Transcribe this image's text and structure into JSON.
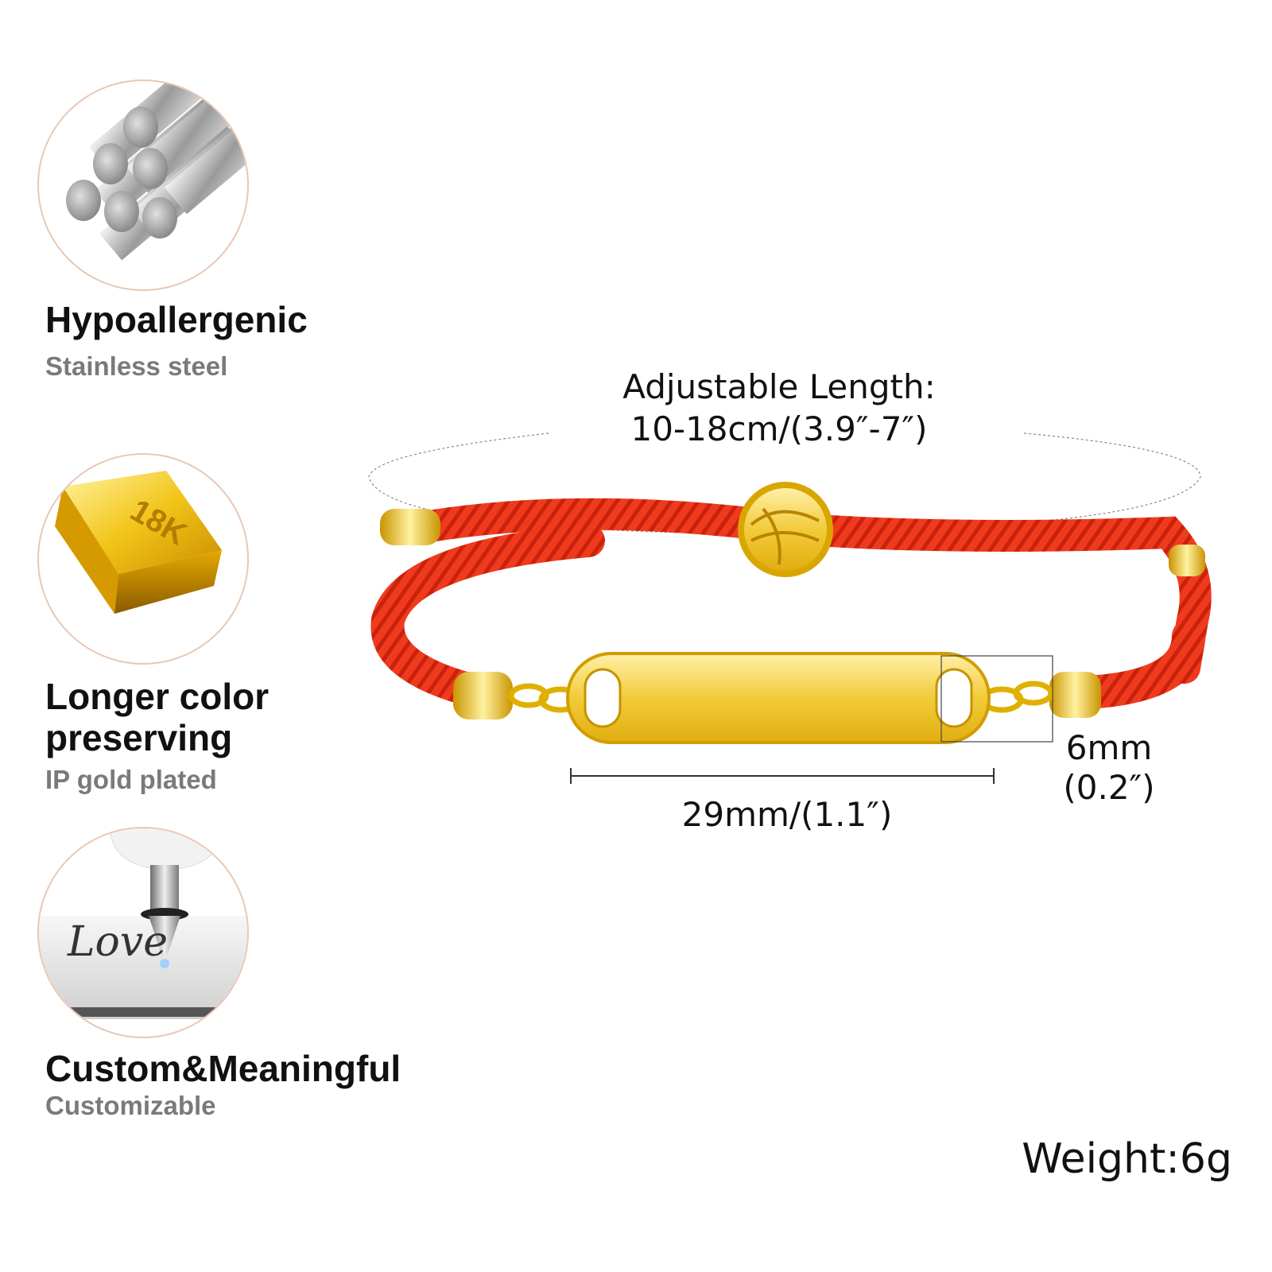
{
  "features": [
    {
      "title": "Hypoallergenic",
      "subtitle": "Stainless steel",
      "icon": "steel-rods-icon"
    },
    {
      "title_line1": "Longer color",
      "title_line2": "preserving",
      "subtitle": "IP gold plated",
      "icon": "gold-bar-icon",
      "bar_label": "18K"
    },
    {
      "title": "Custom&Meaningful",
      "subtitle": "Customizable",
      "icon": "engraving-tool-icon",
      "engraving": "Love"
    }
  ],
  "product": {
    "adjustable_label": "Adjustable Length:",
    "adjustable_value": "10-18cm/(3.9″-7″)",
    "bar_length": "29mm/(1.1″)",
    "bar_height_line1": "6mm",
    "bar_height_line2": "(0.2″)",
    "weight": "Weight:6g"
  },
  "colors": {
    "cord": "#f03a1e",
    "gold": "#f2c418",
    "circle_border": "#e9c7b5"
  }
}
